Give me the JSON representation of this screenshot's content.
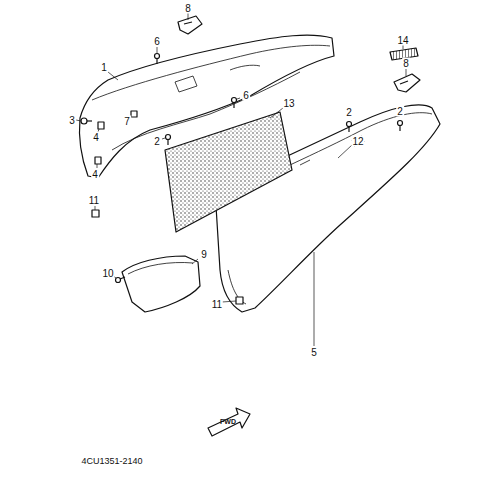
{
  "diagram": {
    "labels": [
      "8",
      "14",
      "8",
      "6",
      "1",
      "6",
      "13",
      "7",
      "3",
      "4",
      "2",
      "2",
      "2",
      "12",
      "4",
      "11",
      "9",
      "10",
      "11",
      "5",
      "FWD",
      "4CU1351-2140"
    ]
  }
}
